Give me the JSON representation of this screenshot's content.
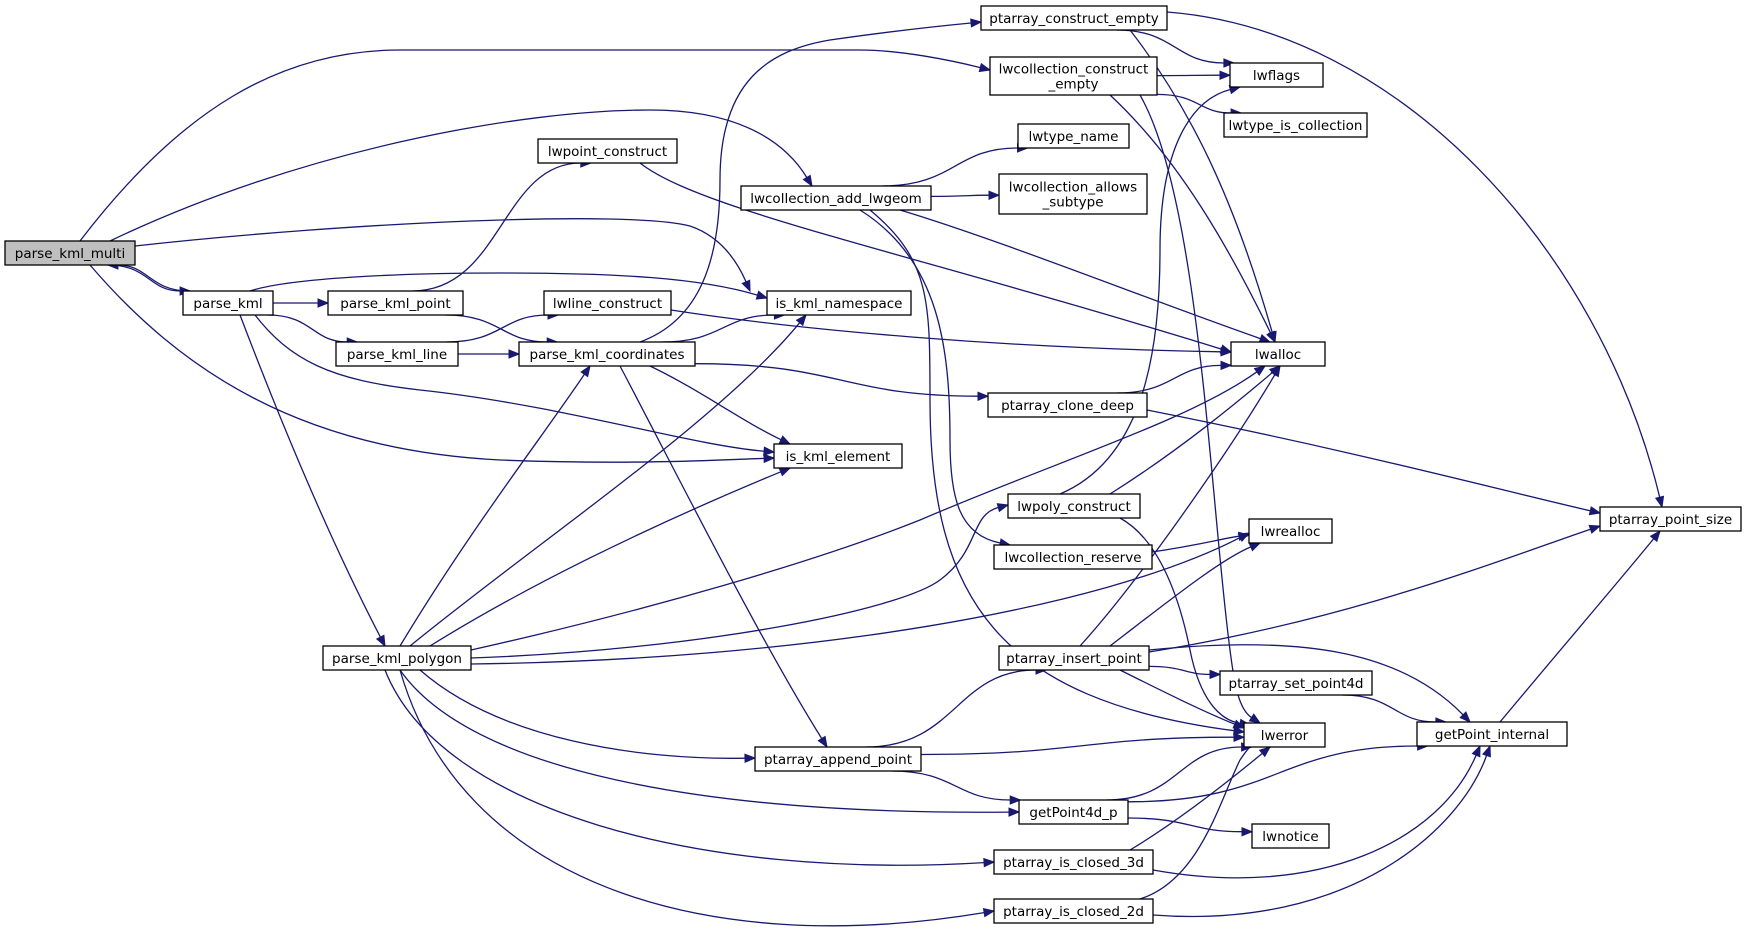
{
  "nodes": [
    {
      "id": "parse_kml_multi",
      "lines": [
        "parse_kml_multi"
      ],
      "root": true
    },
    {
      "id": "parse_kml",
      "lines": [
        "parse_kml"
      ]
    },
    {
      "id": "parse_kml_point",
      "lines": [
        "parse_kml_point"
      ]
    },
    {
      "id": "parse_kml_line",
      "lines": [
        "parse_kml_line"
      ]
    },
    {
      "id": "parse_kml_polygon",
      "lines": [
        "parse_kml_polygon"
      ]
    },
    {
      "id": "parse_kml_coordinates",
      "lines": [
        "parse_kml_coordinates"
      ]
    },
    {
      "id": "lwpoint_construct",
      "lines": [
        "lwpoint_construct"
      ]
    },
    {
      "id": "lwline_construct",
      "lines": [
        "lwline_construct"
      ]
    },
    {
      "id": "lwcollection_add_lwgeom",
      "lines": [
        "lwcollection_add_lwgeom"
      ]
    },
    {
      "id": "is_kml_namespace",
      "lines": [
        "is_kml_namespace"
      ]
    },
    {
      "id": "is_kml_element",
      "lines": [
        "is_kml_element"
      ]
    },
    {
      "id": "ptarray_append_point",
      "lines": [
        "ptarray_append_point"
      ]
    },
    {
      "id": "ptarray_construct_empty",
      "lines": [
        "ptarray_construct_empty"
      ]
    },
    {
      "id": "lwcollection_construct_empty",
      "lines": [
        "lwcollection_construct",
        "_empty"
      ]
    },
    {
      "id": "lwtype_name",
      "lines": [
        "lwtype_name"
      ]
    },
    {
      "id": "lwcollection_allows_subtype",
      "lines": [
        "lwcollection_allows",
        "_subtype"
      ]
    },
    {
      "id": "ptarray_clone_deep",
      "lines": [
        "ptarray_clone_deep"
      ]
    },
    {
      "id": "lwpoly_construct",
      "lines": [
        "lwpoly_construct"
      ]
    },
    {
      "id": "lwcollection_reserve",
      "lines": [
        "lwcollection_reserve"
      ]
    },
    {
      "id": "ptarray_insert_point",
      "lines": [
        "ptarray_insert_point"
      ]
    },
    {
      "id": "getPoint4d_p",
      "lines": [
        "getPoint4d_p"
      ]
    },
    {
      "id": "ptarray_is_closed_3d",
      "lines": [
        "ptarray_is_closed_3d"
      ]
    },
    {
      "id": "ptarray_is_closed_2d",
      "lines": [
        "ptarray_is_closed_2d"
      ]
    },
    {
      "id": "lwflags",
      "lines": [
        "lwflags"
      ]
    },
    {
      "id": "lwtype_is_collection",
      "lines": [
        "lwtype_is_collection"
      ]
    },
    {
      "id": "lwalloc",
      "lines": [
        "lwalloc"
      ]
    },
    {
      "id": "lwrealloc",
      "lines": [
        "lwrealloc"
      ]
    },
    {
      "id": "ptarray_set_point4d",
      "lines": [
        "ptarray_set_point4d"
      ]
    },
    {
      "id": "lwerror",
      "lines": [
        "lwerror"
      ]
    },
    {
      "id": "lwnotice",
      "lines": [
        "lwnotice"
      ]
    },
    {
      "id": "getPoint_internal",
      "lines": [
        "getPoint_internal"
      ]
    },
    {
      "id": "ptarray_point_size",
      "lines": [
        "ptarray_point_size"
      ]
    }
  ],
  "edges": [
    [
      "parse_kml_multi",
      "parse_kml"
    ],
    [
      "parse_kml",
      "parse_kml_multi"
    ],
    [
      "parse_kml_multi",
      "lwcollection_construct_empty"
    ],
    [
      "parse_kml_multi",
      "lwcollection_add_lwgeom"
    ],
    [
      "parse_kml_multi",
      "is_kml_namespace"
    ],
    [
      "parse_kml_multi",
      "is_kml_element"
    ],
    [
      "parse_kml",
      "parse_kml_point"
    ],
    [
      "parse_kml",
      "parse_kml_line"
    ],
    [
      "parse_kml",
      "parse_kml_polygon"
    ],
    [
      "parse_kml",
      "is_kml_namespace"
    ],
    [
      "parse_kml",
      "is_kml_element"
    ],
    [
      "parse_kml_point",
      "lwpoint_construct"
    ],
    [
      "parse_kml_point",
      "parse_kml_coordinates"
    ],
    [
      "parse_kml_line",
      "lwline_construct"
    ],
    [
      "parse_kml_line",
      "parse_kml_coordinates"
    ],
    [
      "parse_kml_coordinates",
      "ptarray_construct_empty"
    ],
    [
      "parse_kml_coordinates",
      "is_kml_namespace"
    ],
    [
      "parse_kml_coordinates",
      "is_kml_element"
    ],
    [
      "parse_kml_coordinates",
      "ptarray_clone_deep"
    ],
    [
      "parse_kml_coordinates",
      "ptarray_append_point"
    ],
    [
      "parse_kml_polygon",
      "parse_kml_coordinates"
    ],
    [
      "parse_kml_polygon",
      "is_kml_namespace"
    ],
    [
      "parse_kml_polygon",
      "is_kml_element"
    ],
    [
      "parse_kml_polygon",
      "lwalloc"
    ],
    [
      "parse_kml_polygon",
      "lwpoly_construct"
    ],
    [
      "parse_kml_polygon",
      "lwrealloc"
    ],
    [
      "parse_kml_polygon",
      "ptarray_append_point"
    ],
    [
      "parse_kml_polygon",
      "getPoint4d_p"
    ],
    [
      "parse_kml_polygon",
      "ptarray_is_closed_3d"
    ],
    [
      "parse_kml_polygon",
      "ptarray_is_closed_2d"
    ],
    [
      "lwpoint_construct",
      "lwalloc"
    ],
    [
      "lwline_construct",
      "lwalloc"
    ],
    [
      "lwcollection_add_lwgeom",
      "lwtype_name"
    ],
    [
      "lwcollection_add_lwgeom",
      "lwcollection_allows_subtype"
    ],
    [
      "lwcollection_add_lwgeom",
      "lwalloc"
    ],
    [
      "lwcollection_add_lwgeom",
      "lwcollection_reserve"
    ],
    [
      "lwcollection_add_lwgeom",
      "lwerror"
    ],
    [
      "ptarray_construct_empty",
      "lwflags"
    ],
    [
      "ptarray_construct_empty",
      "lwalloc"
    ],
    [
      "ptarray_construct_empty",
      "ptarray_point_size"
    ],
    [
      "lwcollection_construct_empty",
      "lwflags"
    ],
    [
      "lwcollection_construct_empty",
      "lwtype_is_collection"
    ],
    [
      "lwcollection_construct_empty",
      "lwalloc"
    ],
    [
      "lwcollection_construct_empty",
      "lwerror"
    ],
    [
      "ptarray_clone_deep",
      "lwalloc"
    ],
    [
      "ptarray_clone_deep",
      "ptarray_point_size"
    ],
    [
      "lwpoly_construct",
      "lwflags"
    ],
    [
      "lwpoly_construct",
      "lwalloc"
    ],
    [
      "lwpoly_construct",
      "lwerror"
    ],
    [
      "lwcollection_reserve",
      "lwrealloc"
    ],
    [
      "ptarray_append_point",
      "ptarray_insert_point"
    ],
    [
      "ptarray_append_point",
      "lwerror"
    ],
    [
      "ptarray_append_point",
      "getPoint4d_p"
    ],
    [
      "ptarray_insert_point",
      "lwalloc"
    ],
    [
      "ptarray_insert_point",
      "lwrealloc"
    ],
    [
      "ptarray_insert_point",
      "ptarray_point_size"
    ],
    [
      "ptarray_insert_point",
      "ptarray_set_point4d"
    ],
    [
      "ptarray_insert_point",
      "lwerror"
    ],
    [
      "ptarray_insert_point",
      "getPoint_internal"
    ],
    [
      "ptarray_set_point4d",
      "getPoint_internal"
    ],
    [
      "getPoint4d_p",
      "lwerror"
    ],
    [
      "getPoint4d_p",
      "getPoint_internal"
    ],
    [
      "getPoint4d_p",
      "lwnotice"
    ],
    [
      "ptarray_is_closed_3d",
      "lwerror"
    ],
    [
      "ptarray_is_closed_3d",
      "getPoint_internal"
    ],
    [
      "ptarray_is_closed_2d",
      "lwerror"
    ],
    [
      "ptarray_is_closed_2d",
      "getPoint_internal"
    ],
    [
      "getPoint_internal",
      "ptarray_point_size"
    ]
  ]
}
